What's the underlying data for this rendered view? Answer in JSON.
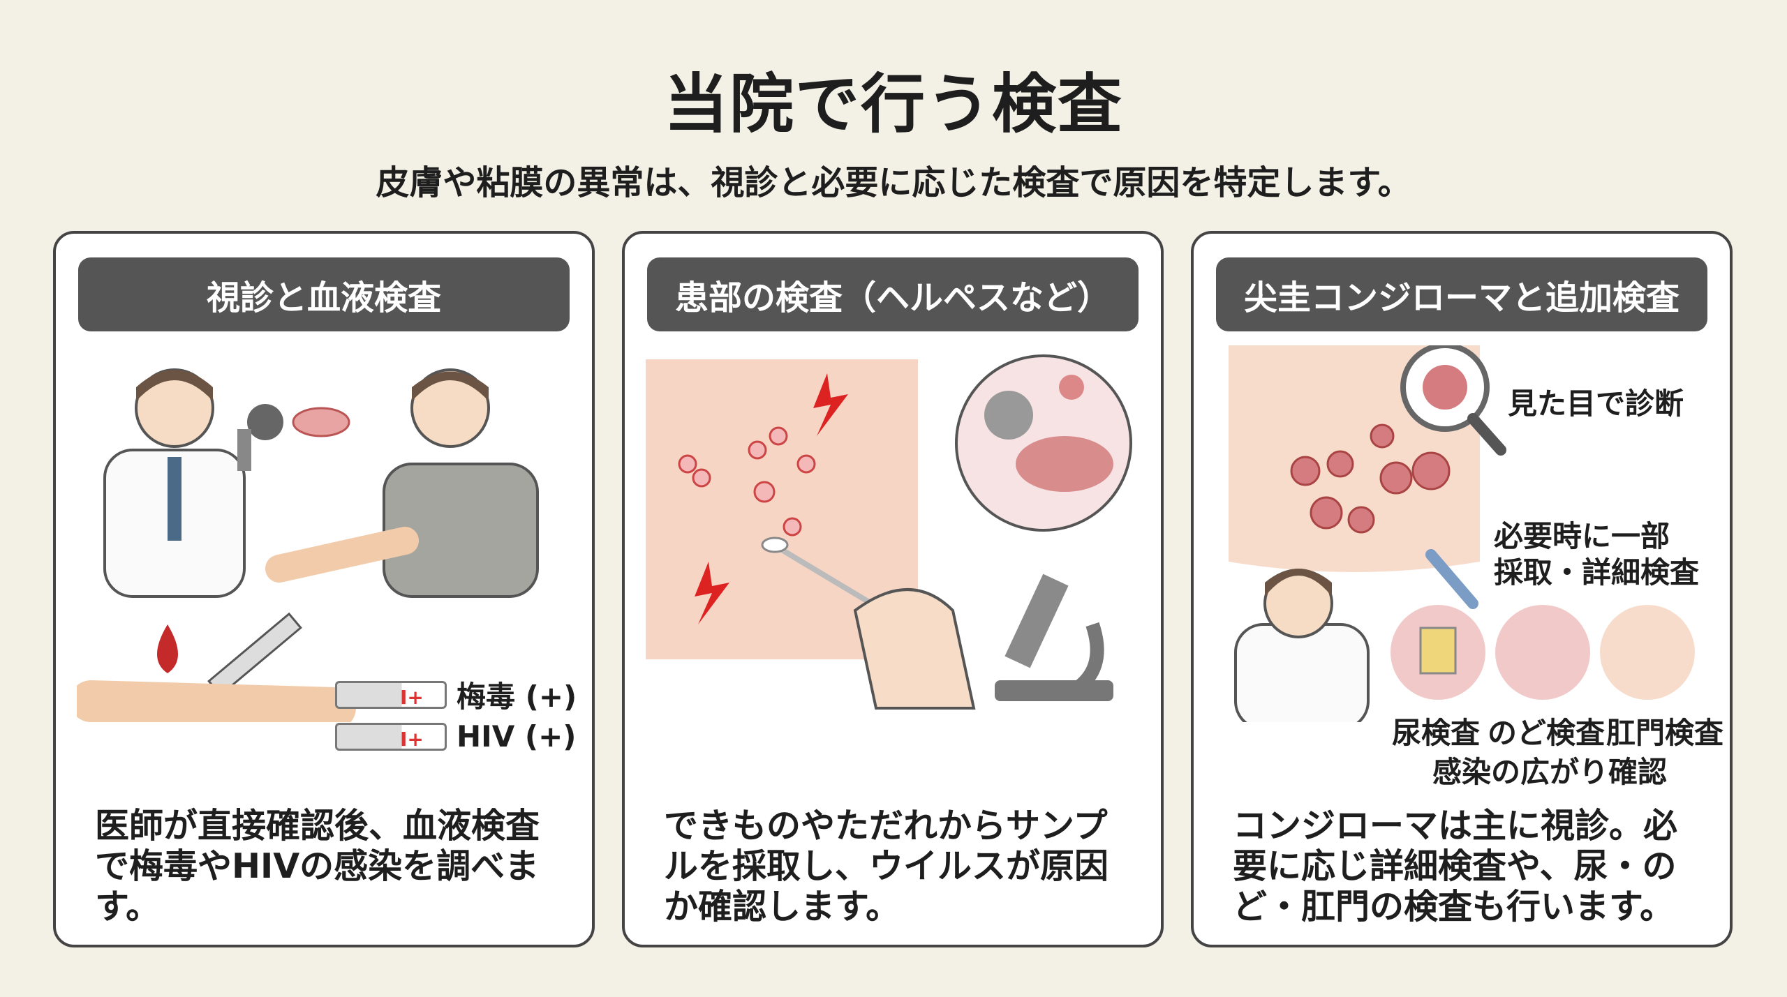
{
  "title": "当院で行う検査",
  "subtitle": "皮膚や粘膜の異常は、視診と必要に応じた検査で原因を特定します。",
  "cards": [
    {
      "header": "視診と血液検査",
      "tests": [
        "梅毒 (+)",
        "HIV (+)"
      ],
      "strip_mark": "I+",
      "body": "医師が直接確認後、血液検査で梅毒やHIVの感染を調べます。"
    },
    {
      "header": "患部の検査（ヘルペスなど）",
      "body": "できものやただれからサンプルを採取し、ウイルスが原因か確認します。"
    },
    {
      "header": "尖圭コンジローマと追加検査",
      "labels": {
        "visual": "見た目で診断",
        "sample_1": "必要時に一部",
        "sample_2": "採取・詳細検査",
        "urine": "尿検査",
        "throat": "のど検査",
        "anal": "肛門検査",
        "spread": "感染の広がり確認"
      },
      "body": "コンジローマは主に視診。必要に応じ詳細検査や、尿・のど・肛門の検査も行います。"
    }
  ]
}
